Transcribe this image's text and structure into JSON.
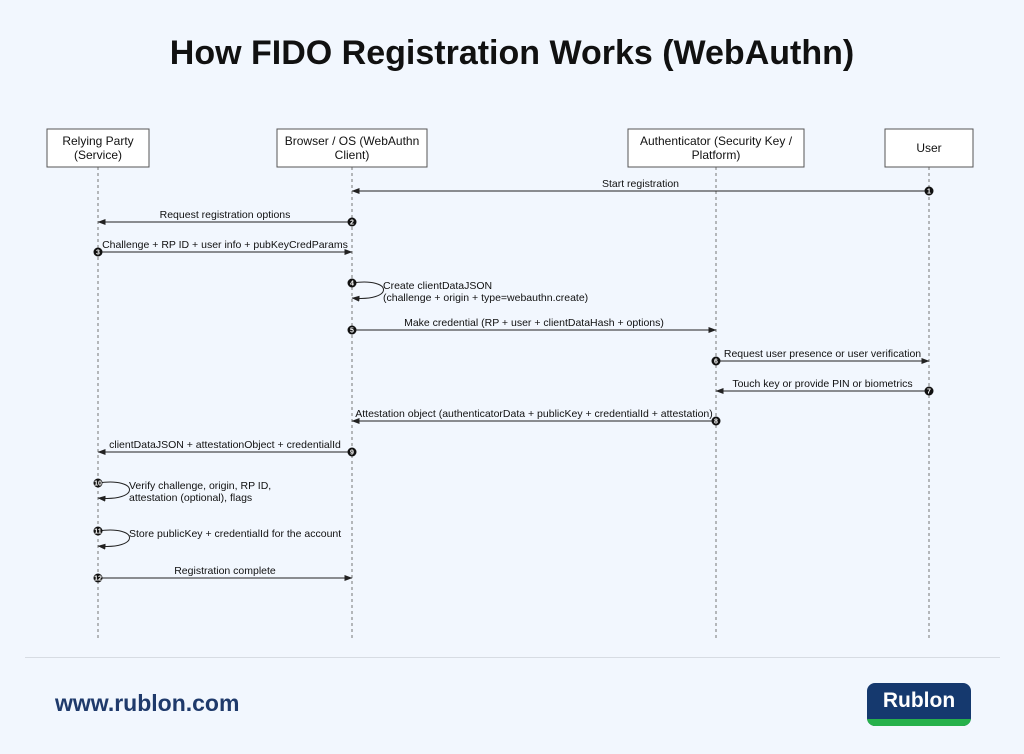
{
  "title": "How FIDO Registration Works (WebAuthn)",
  "actors": [
    {
      "id": "rp",
      "lines": [
        "Relying Party",
        "(Service)"
      ]
    },
    {
      "id": "browser",
      "lines": [
        "Browser / OS (WebAuthn",
        "Client)"
      ]
    },
    {
      "id": "auth",
      "lines": [
        "Authenticator (Security Key /",
        "Platform)"
      ]
    },
    {
      "id": "user",
      "lines": [
        "User"
      ]
    }
  ],
  "messages": [
    {
      "step": "1",
      "from": "user",
      "to": "browser",
      "lines": [
        "Start registration"
      ]
    },
    {
      "step": "2",
      "from": "browser",
      "to": "rp",
      "lines": [
        "Request registration options"
      ]
    },
    {
      "step": "3",
      "from": "rp",
      "to": "browser",
      "lines": [
        "Challenge + RP ID + user info + pubKeyCredParams"
      ]
    },
    {
      "step": "4",
      "from": "browser",
      "to": "browser",
      "lines": [
        "Create clientDataJSON",
        "(challenge + origin + type=webauthn.create)"
      ]
    },
    {
      "step": "5",
      "from": "browser",
      "to": "auth",
      "lines": [
        "Make credential (RP + user + clientDataHash + options)"
      ]
    },
    {
      "step": "6",
      "from": "auth",
      "to": "user",
      "lines": [
        "Request user presence or user verification"
      ]
    },
    {
      "step": "7",
      "from": "user",
      "to": "auth",
      "lines": [
        "Touch key or provide PIN or biometrics"
      ]
    },
    {
      "step": "8",
      "from": "auth",
      "to": "browser",
      "lines": [
        "Attestation object (authenticatorData + publicKey + credentialId + attestation)"
      ]
    },
    {
      "step": "9",
      "from": "browser",
      "to": "rp",
      "lines": [
        "clientDataJSON + attestationObject + credentialId"
      ]
    },
    {
      "step": "10",
      "from": "rp",
      "to": "rp",
      "lines": [
        "Verify challenge, origin, RP ID,",
        "attestation (optional), flags"
      ]
    },
    {
      "step": "11",
      "from": "rp",
      "to": "rp",
      "lines": [
        "Store publicKey + credentialId for the account"
      ]
    },
    {
      "step": "12",
      "from": "rp",
      "to": "browser",
      "lines": [
        "Registration complete"
      ]
    }
  ],
  "footer": {
    "site": "www.rublon.com",
    "logo_text": "Rublon"
  },
  "colors": {
    "background": "#f2f7fe",
    "brand_navy": "#15396e",
    "brand_green": "#27b14b",
    "url_text": "#1f3a6b"
  }
}
